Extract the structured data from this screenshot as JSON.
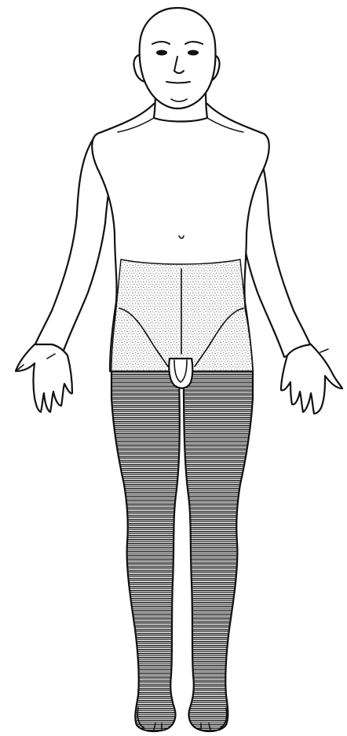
{
  "figure": {
    "view": "anterior",
    "background_color": "#ffffff",
    "line_color": "#111111",
    "shaded_regions": [
      {
        "region": "lower-abdomen-and-groin",
        "pattern": "stipple",
        "color": "#111111"
      },
      {
        "region": "legs-and-feet",
        "pattern": "horizontal-hatching",
        "color": "#111111"
      }
    ]
  }
}
